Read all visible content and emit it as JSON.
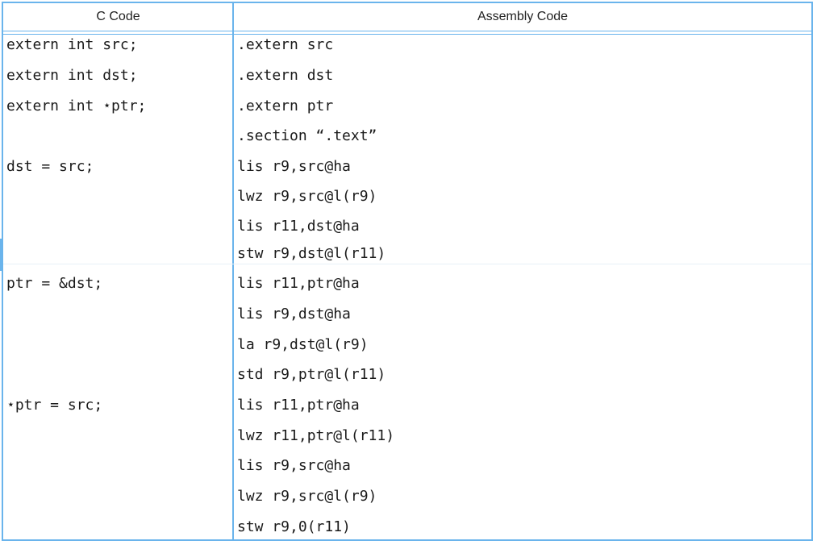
{
  "table": {
    "headers": {
      "c_code": "C Code",
      "assembly_code": "Assembly Code"
    },
    "c_lines": [
      "extern int src;",
      "extern int dst;",
      "extern int ⋆ptr;",
      "dst = src;",
      "ptr = &dst;",
      "⋆ptr = src;"
    ],
    "asm_lines": [
      ".extern src",
      ".extern dst",
      ".extern ptr",
      ".section “.text”",
      "lis r9,src@ha",
      "lwz r9,src@l(r9)",
      "lis r11,dst@ha",
      "stw r9,dst@l(r11)",
      "lis r11,ptr@ha",
      "lis r9,dst@ha",
      "la r9,dst@l(r9)",
      "std r9,ptr@l(r11)",
      "lis r11,ptr@ha",
      "lwz r11,ptr@l(r11)",
      "lis r9,src@ha",
      "lwz r9,src@l(r9)",
      "stw r9,0(r11)"
    ]
  },
  "colors": {
    "rule": "#6ab4ec",
    "text": "#1a1a1a"
  }
}
